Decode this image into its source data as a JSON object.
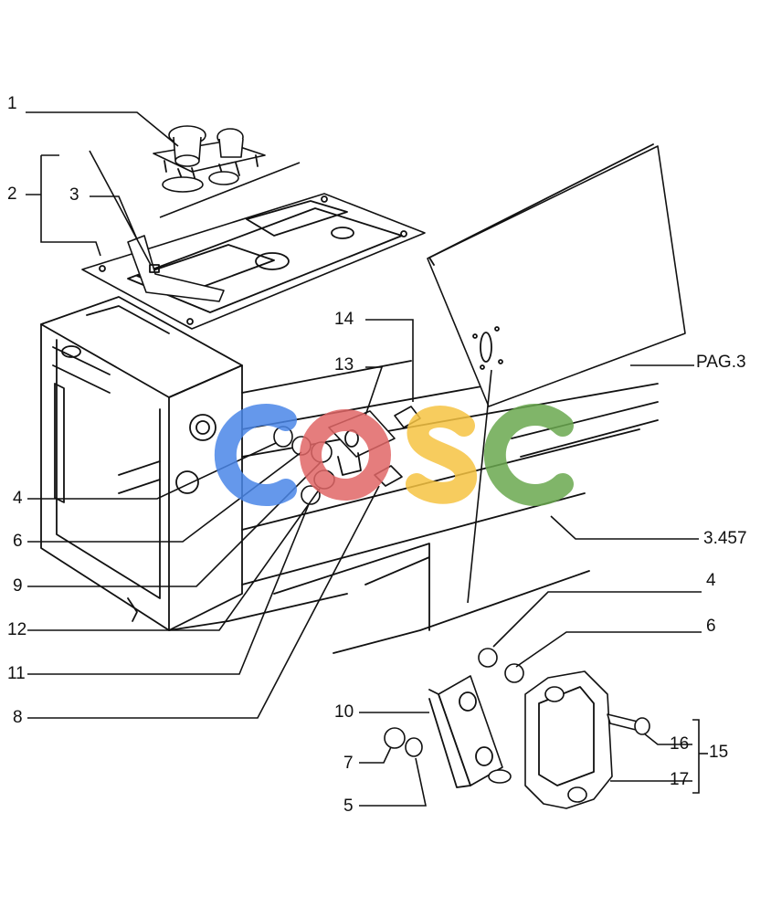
{
  "labels": {
    "l1": "1",
    "l2": "2",
    "l3": "3",
    "l4a": "4",
    "l6a": "6",
    "l9": "9",
    "l12": "12",
    "l11": "11",
    "l8": "8",
    "l14": "14",
    "l13": "13",
    "pag3": "PAG.3",
    "ref3457": "3.457",
    "l4b": "4",
    "l6b": "6",
    "l10": "10",
    "l7": "7",
    "l5": "5",
    "l16": "16",
    "l15": "15",
    "l17": "17"
  },
  "watermark": {
    "icon": "csc-logo-icon",
    "colors": [
      "#4a86e8",
      "#e06666",
      "#f6c342",
      "#6aa84f"
    ]
  }
}
